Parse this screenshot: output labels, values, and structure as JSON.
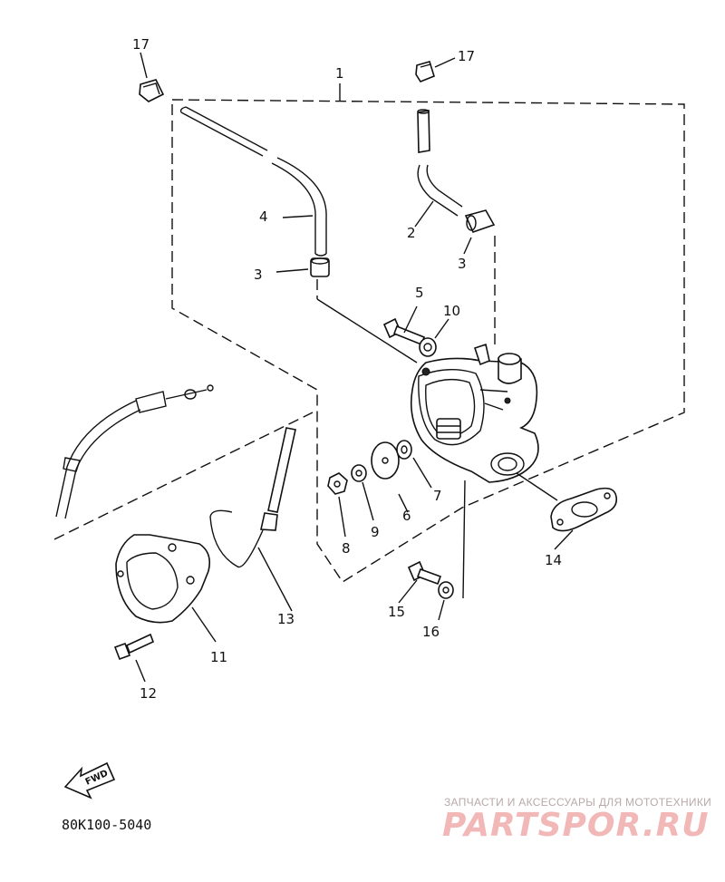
{
  "callouts": {
    "c1": "1",
    "c2": "2",
    "c3a": "3",
    "c3b": "3",
    "c4": "4",
    "c5": "5",
    "c6": "6",
    "c7": "7",
    "c8": "8",
    "c9": "9",
    "c10": "10",
    "c11": "11",
    "c12": "12",
    "c13": "13",
    "c14": "14",
    "c15": "15",
    "c16": "16",
    "c17a": "17",
    "c17b": "17"
  },
  "diagram_code": "80K100-5040",
  "fwd_label": "FWD",
  "watermark": {
    "tagline": "ЗАПЧАСТИ И АКСЕССУАРЫ ДЛЯ МОТОТЕХНИКИ",
    "brand": "PARTSPOR.RU"
  },
  "colors": {
    "line": "#111111",
    "watermark_text": "#f2b8b8",
    "watermark_tagline": "#b9a9a9"
  }
}
